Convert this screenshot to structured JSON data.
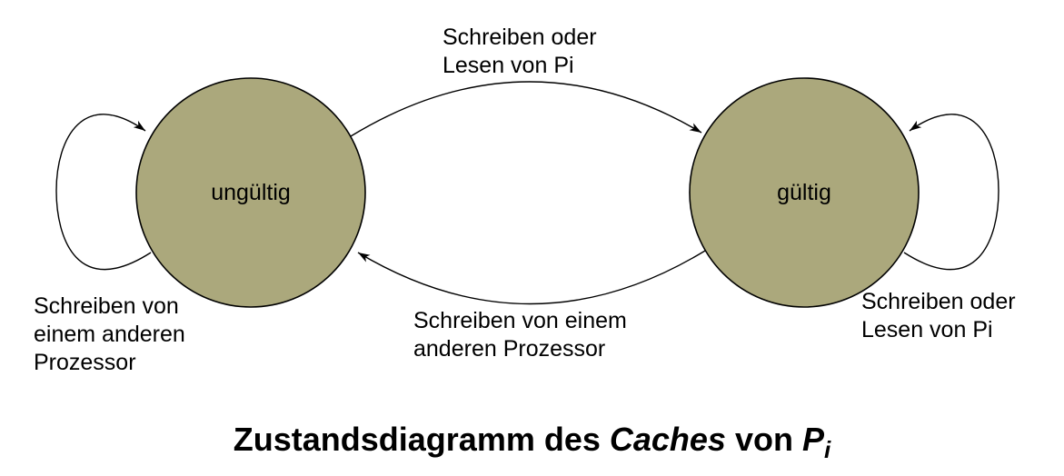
{
  "colors": {
    "state_fill": "#ABA87C",
    "state_stroke": "#000000",
    "line": "#000000",
    "text": "#000000"
  },
  "states": {
    "invalid": {
      "label": "ungültig"
    },
    "valid": {
      "label": "gültig"
    }
  },
  "transitions": {
    "invalid_to_valid": {
      "label": "Schreiben oder\nLesen von Pi"
    },
    "valid_to_invalid": {
      "label": "Schreiben von einem\nanderen Prozessor"
    },
    "invalid_self_loop": {
      "label": "Schreiben von\neinem anderen\nProzessor"
    },
    "valid_self_loop": {
      "label": "Schreiben oder\nLesen von Pi"
    }
  },
  "caption": {
    "part1": "Zustandsdiagramm des ",
    "emphasis1": "Caches",
    "part2": " von ",
    "emphasis2": "P",
    "subscript": "i"
  }
}
